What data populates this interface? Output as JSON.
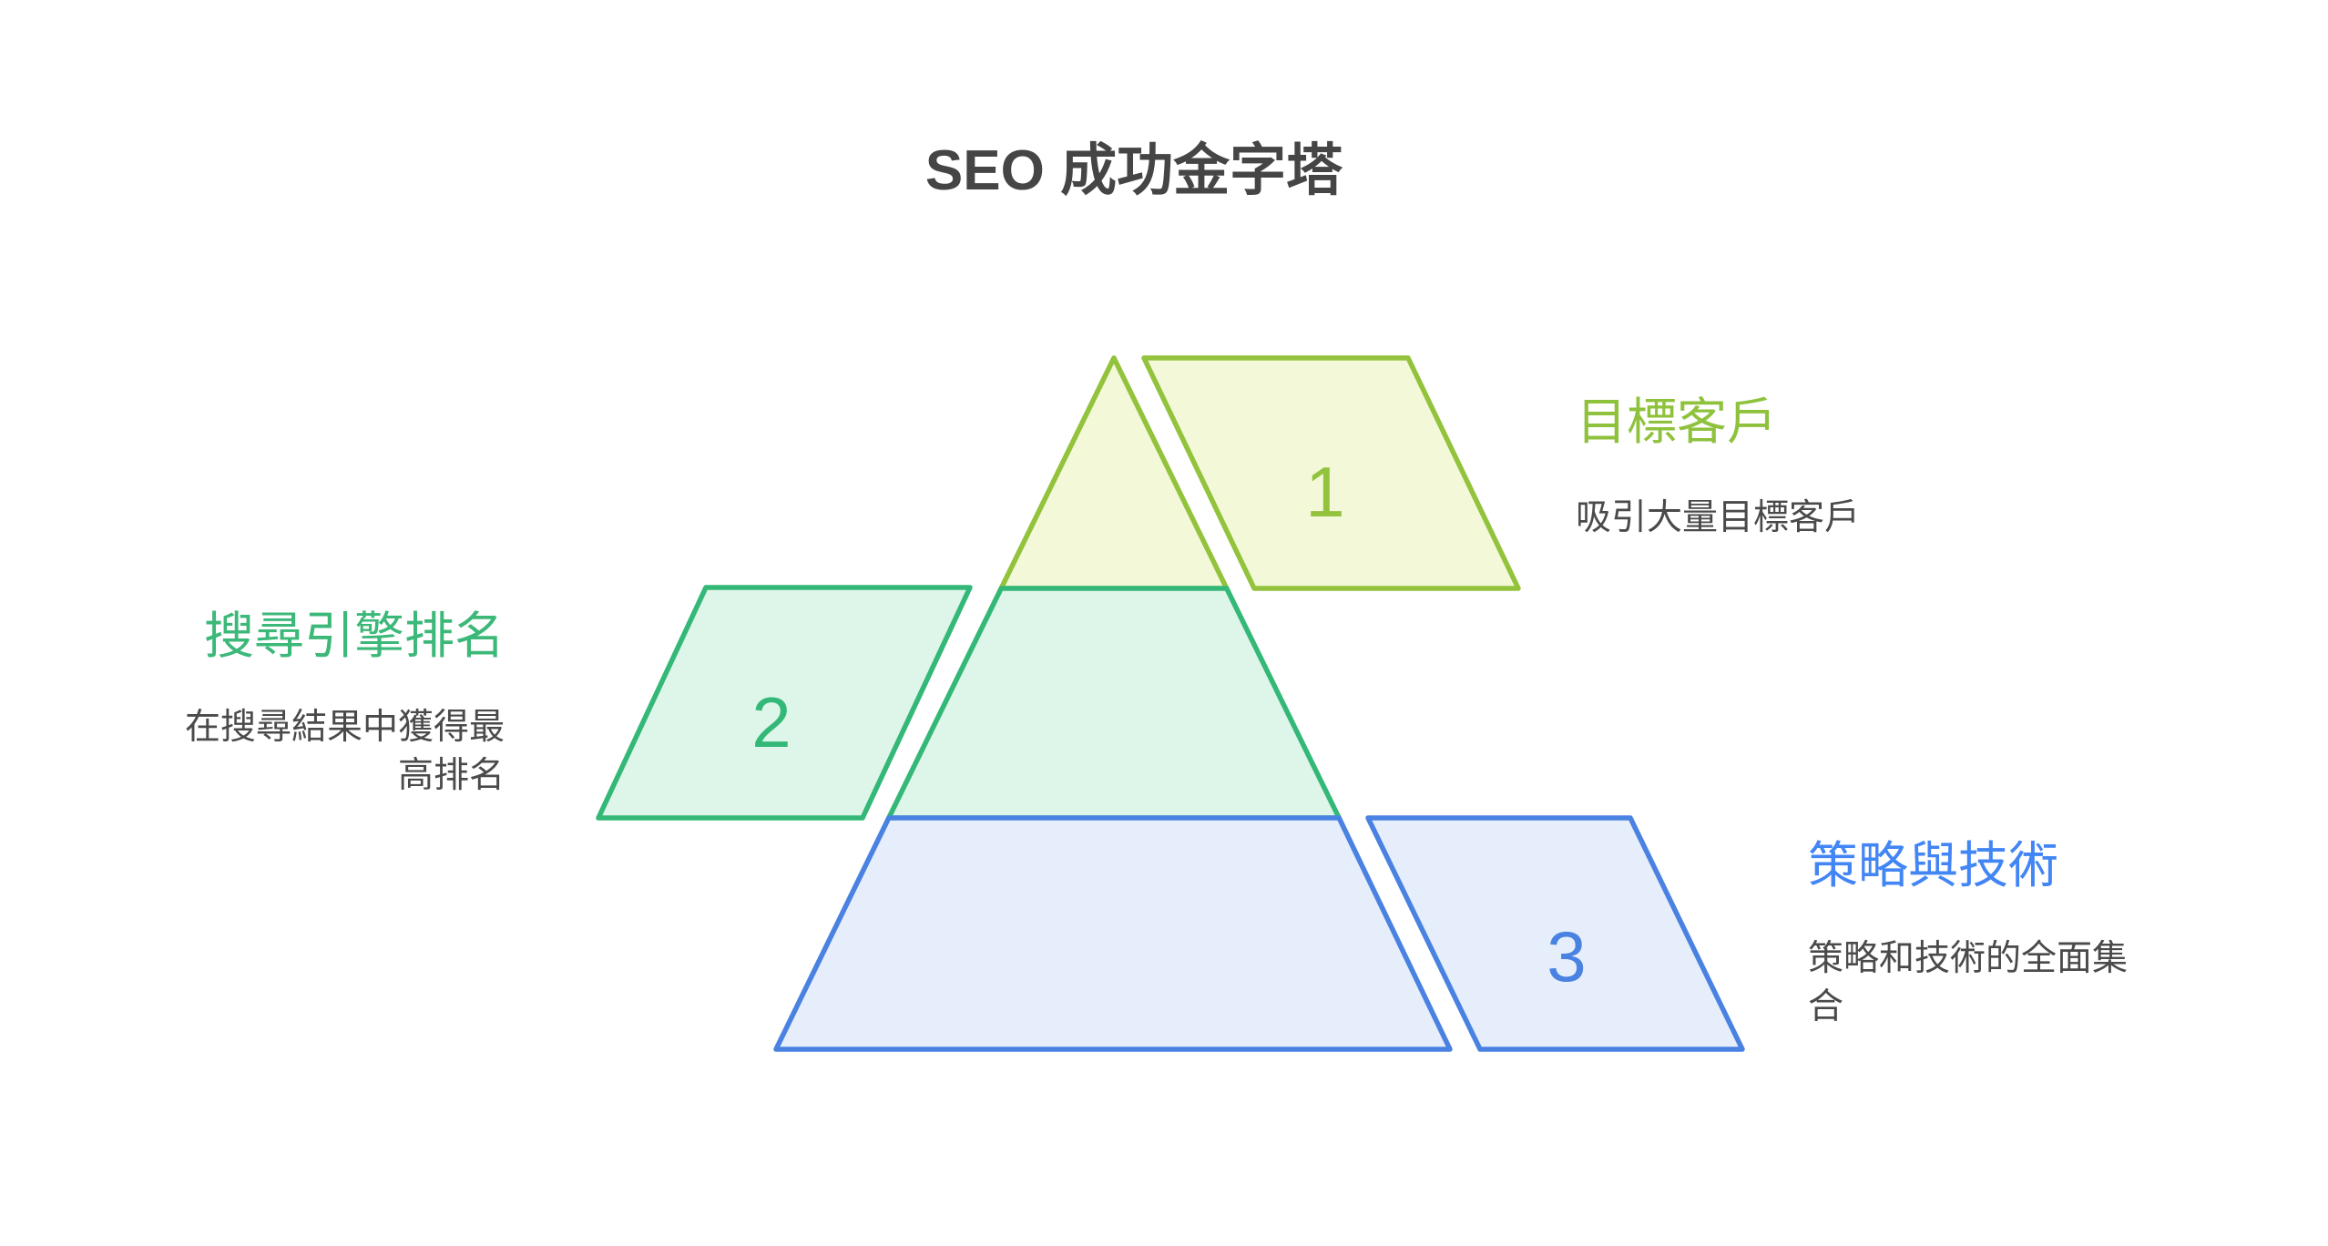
{
  "title": "SEO 成功金字塔",
  "title_color": "#454545",
  "body_text_color": "#4a4a4a",
  "background_color": "#ffffff",
  "levels": [
    {
      "number": "1",
      "heading": "目標客戶",
      "desc_lines": [
        "吸引大量目標客戶"
      ],
      "stroke": "#93c23d",
      "fill": "#f3f9d8",
      "heading_color": "#8fc23c"
    },
    {
      "number": "2",
      "heading": "搜尋引擎排名",
      "desc_lines": [
        "在搜尋結果中獲得最",
        "高排名"
      ],
      "stroke": "#34b877",
      "fill": "#def5e9",
      "heading_color": "#3cb879"
    },
    {
      "number": "3",
      "heading": "策略與技術",
      "desc_lines": [
        "策略和技術的全面集",
        "合"
      ],
      "stroke": "#4a82e2",
      "fill": "#e7eefb",
      "heading_color": "#4285f4"
    }
  ]
}
